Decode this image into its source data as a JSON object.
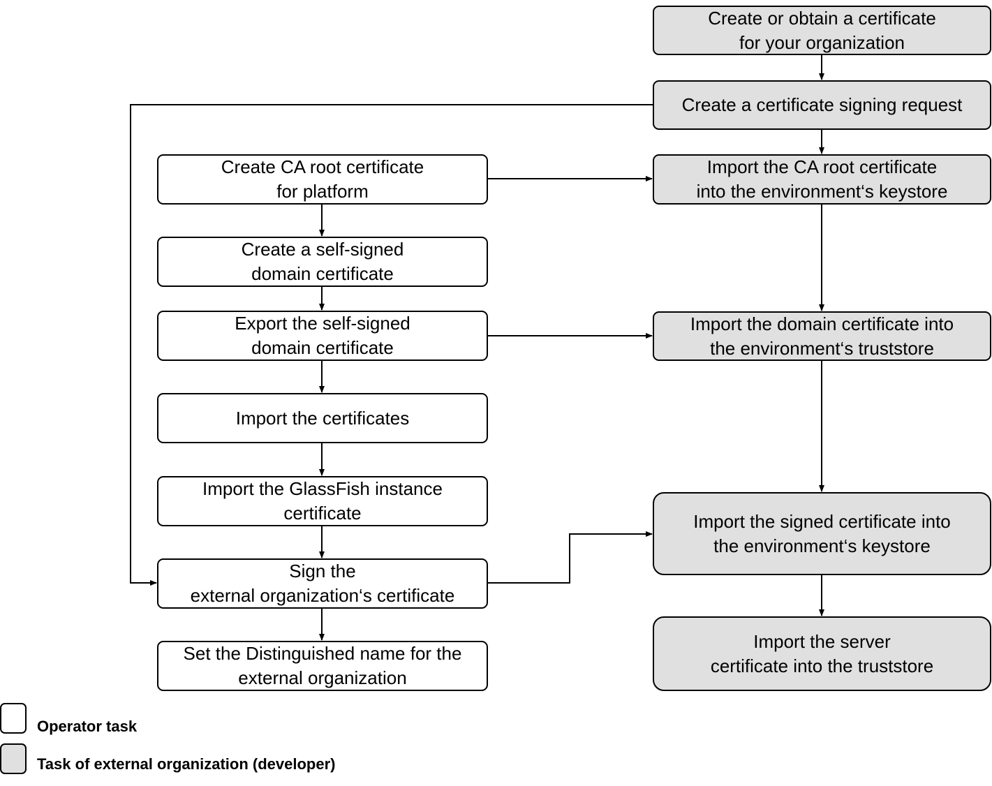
{
  "colors": {
    "operator_fill": "#ffffff",
    "external_fill": "#e0e0e0",
    "stroke": "#000000"
  },
  "nodes": {
    "create_obtain_cert": "Create or obtain a certificate\nfor your organization",
    "create_csr": "Create a certificate signing request",
    "import_ca_root_keystore": "Import the CA root certificate\ninto the environment‘s keystore",
    "import_domain_truststore": "Import the domain certificate into\nthe environment‘s truststore",
    "import_signed_keystore": "Import the signed certificate into\nthe environment‘s keystore",
    "import_server_truststore": "Import the server\ncertificate into the truststore",
    "create_ca_root": "Create CA root certificate\nfor platform",
    "create_self_signed": "Create a self-signed\ndomain certificate",
    "export_self_signed": "Export the self-signed\ndomain certificate",
    "import_certificates": "Import the certificates",
    "import_glassfish": "Import the GlassFish instance\ncertificate",
    "sign_external": "Sign the\nexternal organization‘s certificate",
    "set_dn": "Set the Distinguished name for the\nexternal organization"
  },
  "legend": {
    "operator": "Operator task",
    "external": "Task of external organization (developer)"
  }
}
